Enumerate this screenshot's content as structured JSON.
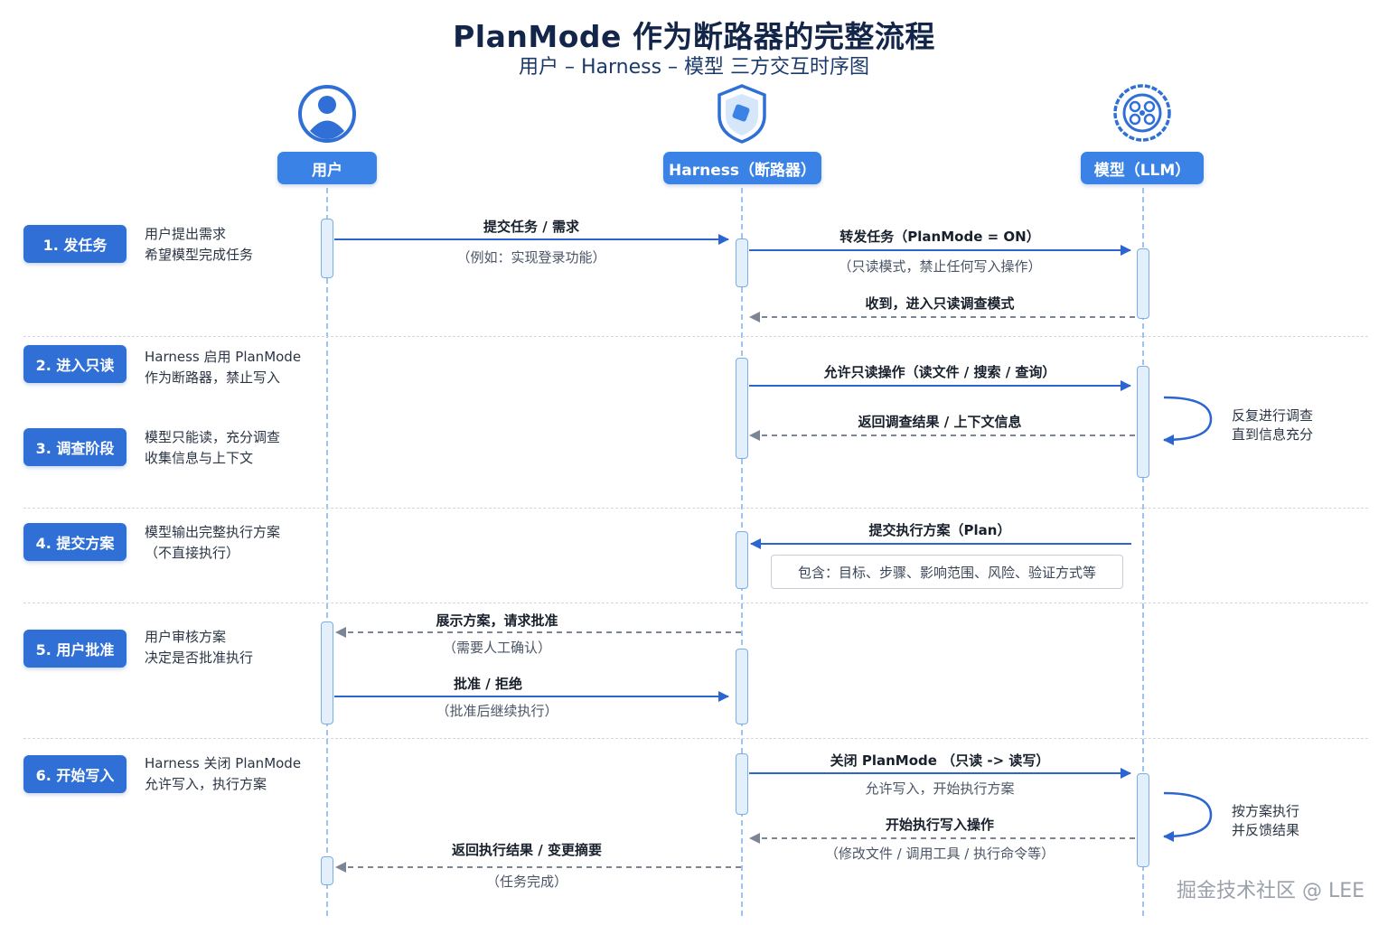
{
  "title": "PlanMode 作为断路器的完整流程",
  "subtitle": "用户 – Harness – 模型 三方交互时序图",
  "actors": {
    "user": "用户",
    "harness": "Harness（断路器）",
    "model": "模型（LLM）"
  },
  "steps": [
    {
      "badge": "1. 发任务",
      "desc1": "用户提出需求",
      "desc2": "希望模型完成任务"
    },
    {
      "badge": "2. 进入只读",
      "desc1": "Harness 启用 PlanMode",
      "desc2": "作为断路器，禁止写入"
    },
    {
      "badge": "3. 调查阶段",
      "desc1": "模型只能读，充分调查",
      "desc2": "收集信息与上下文"
    },
    {
      "badge": "4. 提交方案",
      "desc1": "模型输出完整执行方案",
      "desc2": "（不直接执行）"
    },
    {
      "badge": "5. 用户批准",
      "desc1": "用户审核方案",
      "desc2": "决定是否批准执行"
    },
    {
      "badge": "6. 开始写入",
      "desc1": "Harness 关闭 PlanMode",
      "desc2": "允许写入，执行方案"
    }
  ],
  "messages": [
    {
      "label": "提交任务 / 需求",
      "sub": "（例如：实现登录功能）"
    },
    {
      "label": "转发任务（PlanMode = ON）",
      "sub": "（只读模式，禁止任何写入操作）"
    },
    {
      "label": "收到，进入只读调查模式",
      "sub": ""
    },
    {
      "label": "允许只读操作（读文件 / 搜索 / 查询）",
      "sub": ""
    },
    {
      "label": "返回调查结果 / 上下文信息",
      "sub": ""
    },
    {
      "label": "提交执行方案（Plan）",
      "sub": ""
    },
    {
      "label": "展示方案，请求批准",
      "sub": "（需要人工确认）"
    },
    {
      "label": "批准 / 拒绝",
      "sub": "（批准后继续执行）"
    },
    {
      "label": "关闭 PlanMode （只读 -> 读写）",
      "sub": "允许写入，开始执行方案"
    },
    {
      "label": "开始执行写入操作",
      "sub": "（修改文件 / 调用工具 / 执行命令等）"
    },
    {
      "label": "返回执行结果 / 变更摘要",
      "sub": "（任务完成）"
    }
  ],
  "plan_note": "包含：目标、步骤、影响范围、风险、验证方式等",
  "loop_notes": [
    {
      "line1": "反复进行调查",
      "line2": "直到信息充分"
    },
    {
      "line1": "按方案执行",
      "line2": "并反馈结果"
    }
  ],
  "icons": {
    "user": "user-avatar-icon",
    "harness": "shield-icon",
    "model": "brain-icon"
  },
  "colors": {
    "accent": "#3b82e6",
    "badge": "#2f6fd6",
    "arrow_solid": "#2b66d0",
    "arrow_dashed": "#7b8595"
  },
  "watermark": "掘金技术社区 @ LEE"
}
